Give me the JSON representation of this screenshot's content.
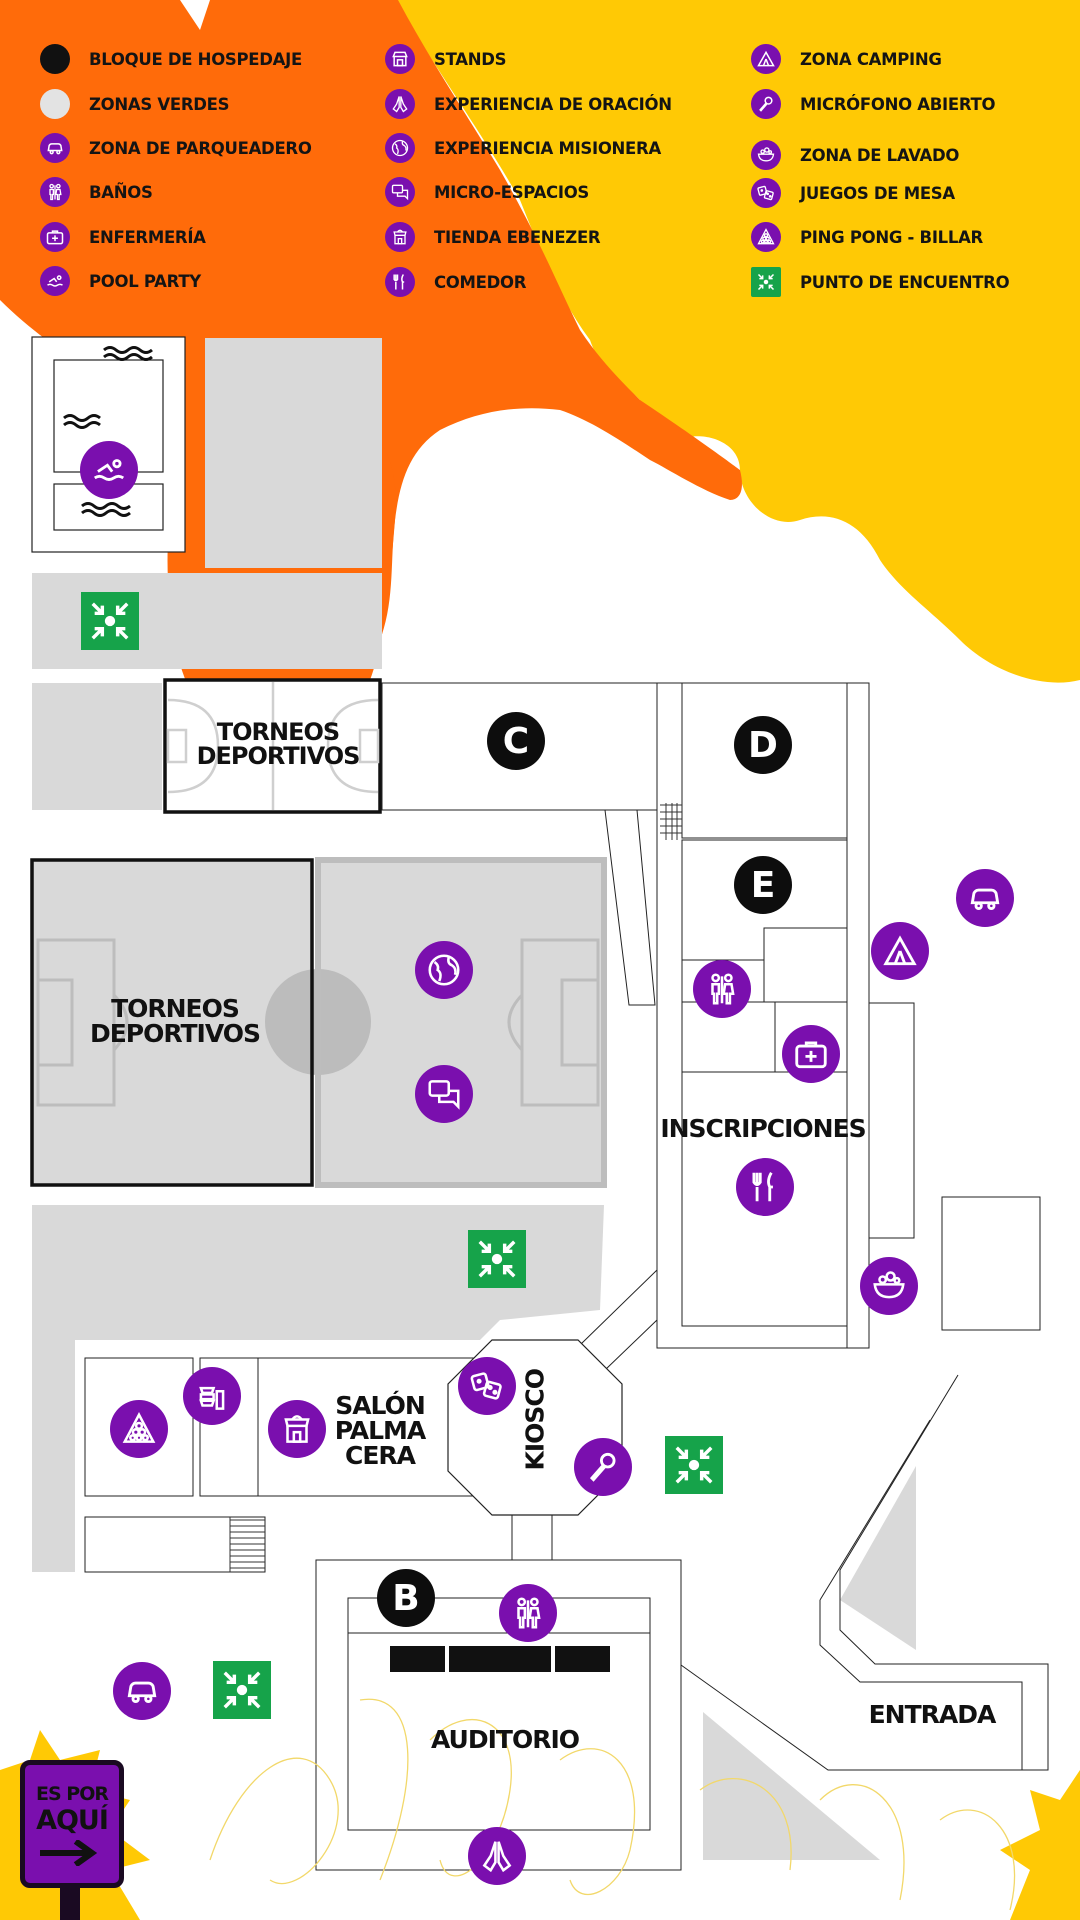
{
  "legend": [
    {
      "label": "BLOQUE DE HOSPEDAJE",
      "icon": "solid-black-dot"
    },
    {
      "label": "ZONAS VERDES",
      "icon": "solid-grey-dot"
    },
    {
      "label": "ZONA DE PARQUEADERO",
      "icon": "car-icon"
    },
    {
      "label": "BAÑOS",
      "icon": "restroom-icon"
    },
    {
      "label": "ENFERMERÍA",
      "icon": "first-aid-icon"
    },
    {
      "label": "POOL PARTY",
      "icon": "swimmer-icon"
    },
    {
      "label": "STANDS",
      "icon": "stand-icon"
    },
    {
      "label": "EXPERIENCIA DE ORACIÓN",
      "icon": "praying-hands-icon"
    },
    {
      "label": "EXPERIENCIA MISIONERA",
      "icon": "globe-icon"
    },
    {
      "label": "MICRO-ESPACIOS",
      "icon": "chat-bubbles-icon"
    },
    {
      "label": "TIENDA EBENEZER",
      "icon": "shop-icon"
    },
    {
      "label": "COMEDOR",
      "icon": "fork-knife-icon"
    },
    {
      "label": "ZONA CAMPING",
      "icon": "tent-icon"
    },
    {
      "label": "MICRÓFONO ABIERTO",
      "icon": "microphone-icon"
    },
    {
      "label": "ZONA DE LAVADO",
      "icon": "wash-bowl-icon"
    },
    {
      "label": "JUEGOS DE MESA",
      "icon": "dice-icon"
    },
    {
      "label": "PING PONG - BILLAR",
      "icon": "billiard-icon"
    },
    {
      "label": "PUNTO DE ENCUENTRO",
      "icon": "meeting-point-icon"
    }
  ],
  "map_labels": {
    "torneos_top": "TORNEOS DEPORTIVOS",
    "torneos_big": "TORNEOS DEPORTIVOS",
    "inscripciones": "INSCRIPCIONES",
    "salon": "SALÓN PALMA CERA",
    "kiosco": "KIOSCO",
    "auditorio": "AUDITORIO",
    "entrada": "ENTRADA"
  },
  "blocks": {
    "b": "B",
    "c": "C",
    "d": "D",
    "e": "E"
  },
  "sign": {
    "line1": "ES POR",
    "line2": "AQUÍ"
  },
  "colors": {
    "orange": "#ff6b0a",
    "yellow": "#ffc905",
    "purple": "#7a0fae",
    "green": "#16a34a",
    "grey": "#d9d9d9",
    "black": "#0d0d0d"
  }
}
